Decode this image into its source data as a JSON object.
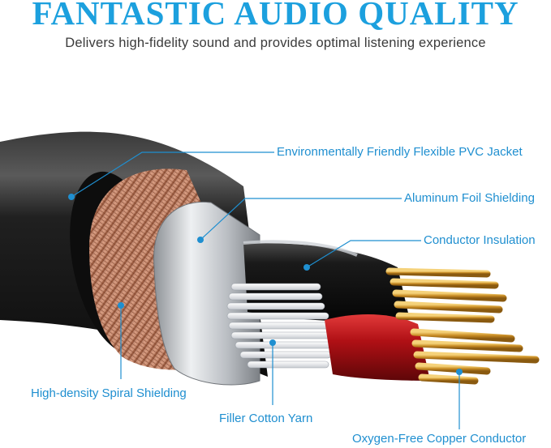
{
  "header": {
    "title": "FANTASTIC AUDIO QUALITY",
    "subtitle": "Delivers high-fidelity sound and provides optimal listening experience"
  },
  "callouts": [
    "Environmentally Friendly Flexible PVC Jacket",
    "Aluminum Foil Shielding",
    "Conductor Insulation",
    "High-density Spiral Shielding",
    "Filler Cotton Yarn",
    "Oxygen-Free Copper Conductor"
  ],
  "colors": {
    "accent": "#1ca0de",
    "copper": "#c98a6d",
    "jacket": "#1b1b1b",
    "foil": "#c9ccd0",
    "red_insulation": "#c4161c",
    "gold_wire": "#d9a53a"
  }
}
